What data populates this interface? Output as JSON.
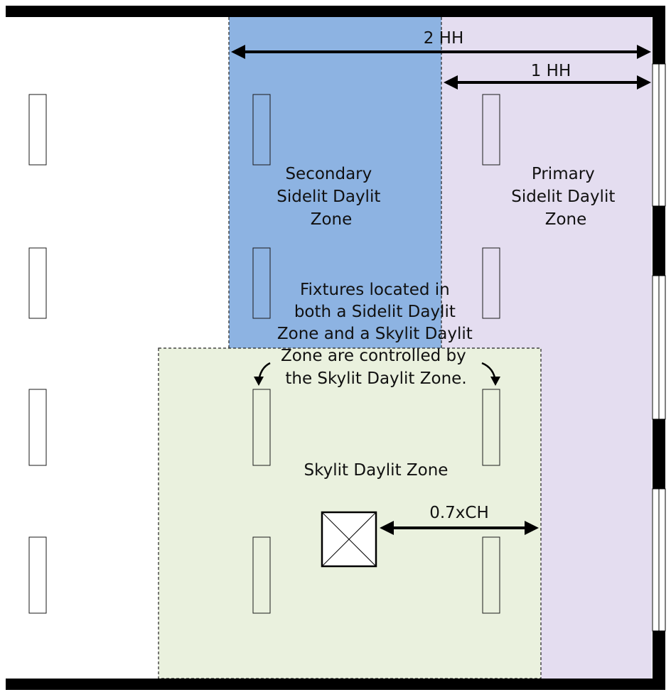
{
  "diagram": {
    "dimensions": {
      "two_hh": "2 HH",
      "one_hh": "1 HH",
      "skylight_offset": "0.7xCH"
    },
    "zones": {
      "secondary_sidelit": [
        "Secondary",
        "Sidelit Daylit",
        "Zone"
      ],
      "primary_sidelit": [
        "Primary",
        "Sidelit Daylit",
        "Zone"
      ],
      "skylit": "Skylit Daylit Zone"
    },
    "note": [
      "Fixtures located in",
      "both a Sidelit Daylit",
      "Zone and a Skylit Daylit",
      "Zone are controlled by",
      "the Skylit Daylit Zone."
    ],
    "colors": {
      "secondary_zone": "#8db3e2",
      "primary_zone": "#e4ddf0",
      "skylit_zone": "#eaf1de",
      "wall": "#000000"
    }
  }
}
